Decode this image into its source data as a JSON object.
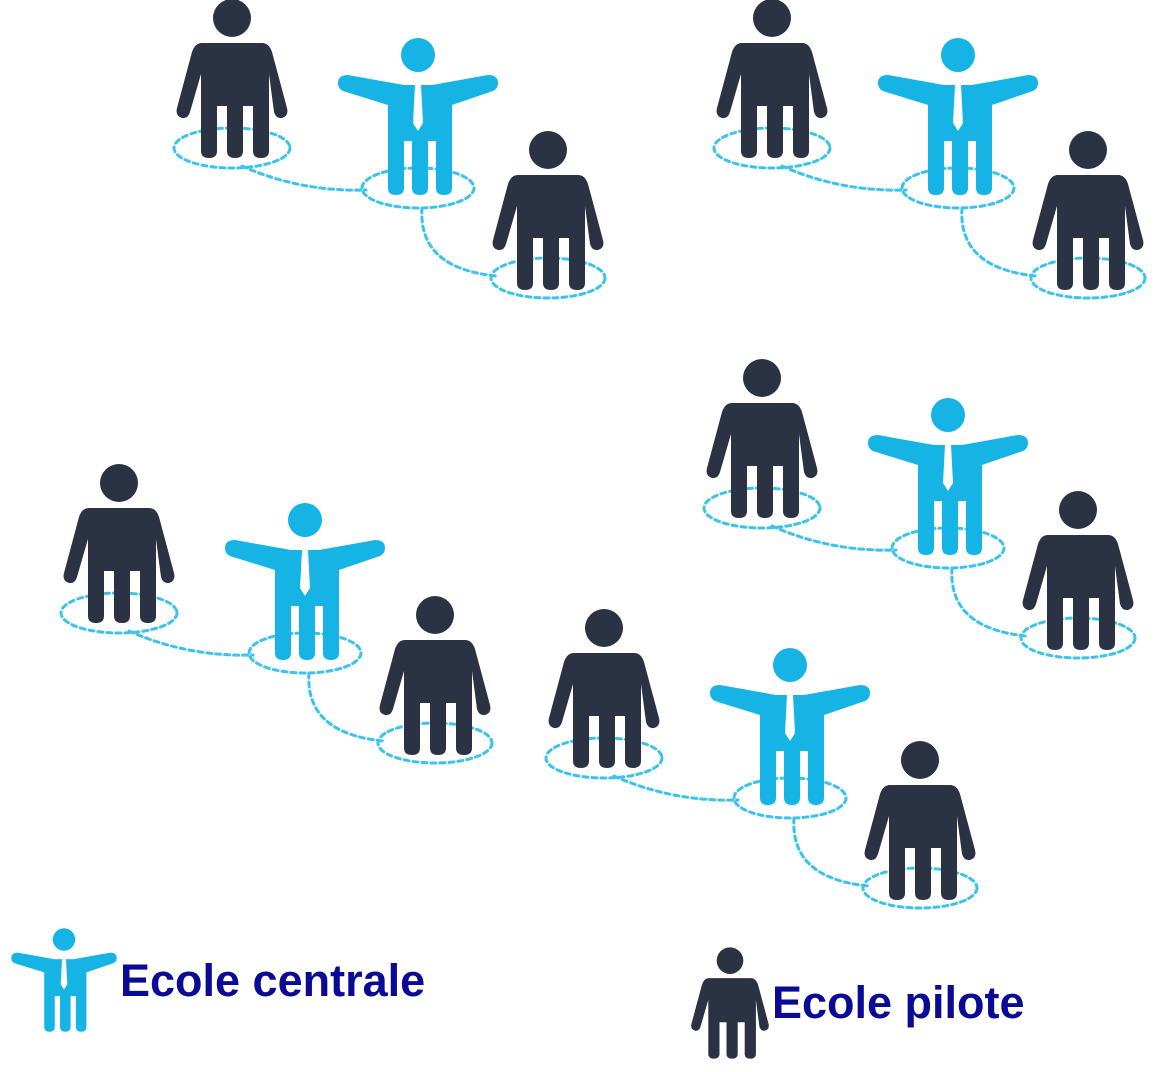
{
  "colors": {
    "central": "#16b4e4",
    "pilot": "#2b3243",
    "link": "#3cc3ec",
    "label": "#0a0a96"
  },
  "icons": {
    "central": "person-arms-raised-icon",
    "pilot": "person-standing-icon"
  },
  "groups": [
    {
      "id": "group-1",
      "central": 1,
      "pilots": 2
    },
    {
      "id": "group-2",
      "central": 1,
      "pilots": 2
    },
    {
      "id": "group-3",
      "central": 1,
      "pilots": 2
    },
    {
      "id": "group-4",
      "central": 1,
      "pilots": 2
    },
    {
      "id": "group-5",
      "central": 1,
      "pilots": 2
    }
  ],
  "legend": {
    "central_label": "Ecole centrale",
    "pilot_label": "Ecole pilote"
  }
}
